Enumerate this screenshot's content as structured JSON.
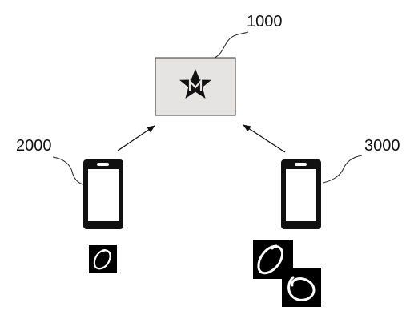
{
  "figure": {
    "server": {
      "ref_numeral": "1000",
      "icon": "star-m-logo-icon",
      "box_fill": "#e6e3e3"
    },
    "left_device": {
      "ref_numeral": "2000",
      "icon": "smartphone-icon",
      "samples": [
        {
          "icon": "handwritten-zero-digit-image"
        }
      ]
    },
    "right_device": {
      "ref_numeral": "3000",
      "icon": "smartphone-icon",
      "samples": [
        {
          "icon": "handwritten-zero-digit-image"
        },
        {
          "icon": "handwritten-zero-digit-image"
        }
      ]
    },
    "colors": {
      "ink": "#111111",
      "digit_stroke": "#ffffff"
    }
  }
}
